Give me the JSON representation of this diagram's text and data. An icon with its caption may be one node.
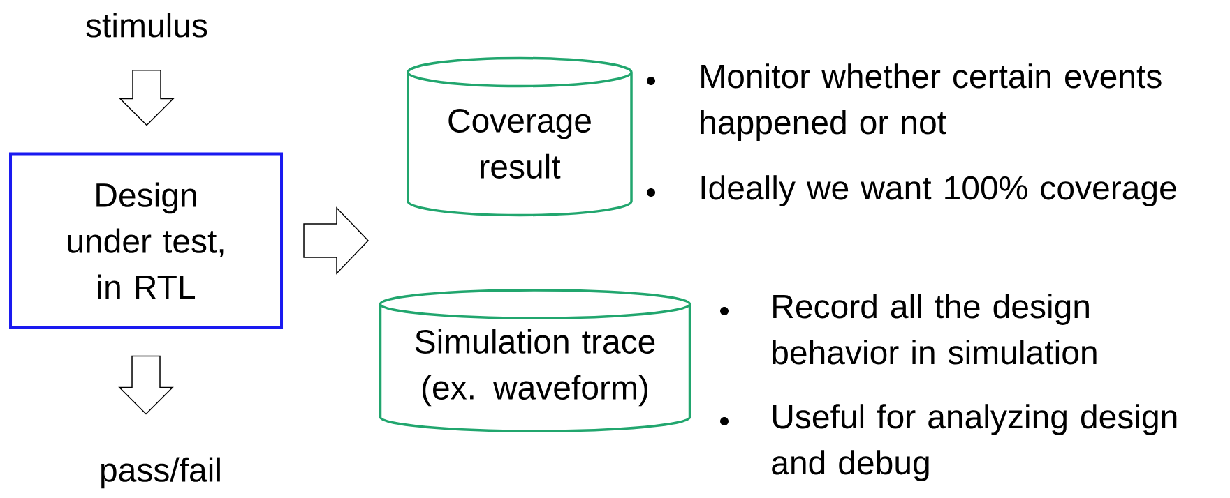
{
  "diagram": {
    "nodes": [
      {
        "text": [
          "stimulus"
        ]
      },
      {
        "text": [
          "Design under test, in RTL"
        ]
      },
      {
        "text": [
          "pass/fail"
        ]
      },
      {
        "text": [
          "Coverage result"
        ],
        "beside": [
          "Monitor whether certain events happened or not",
          "Ideally we want 100% coverage"
        ]
      },
      {
        "text": [
          "Simulation trace (ex. waveform)"
        ],
        "beside": [
          "Record all the design behavior in simulation",
          "Useful for analyzing design and debug"
        ]
      }
    ],
    "edges": [
      {
        "from": 0,
        "to": 1,
        "arrow": "to"
      },
      {
        "from": 1,
        "to": 2,
        "arrow": "to"
      },
      {
        "from": 1,
        "to": null,
        "arrow": "to"
      }
    ]
  }
}
